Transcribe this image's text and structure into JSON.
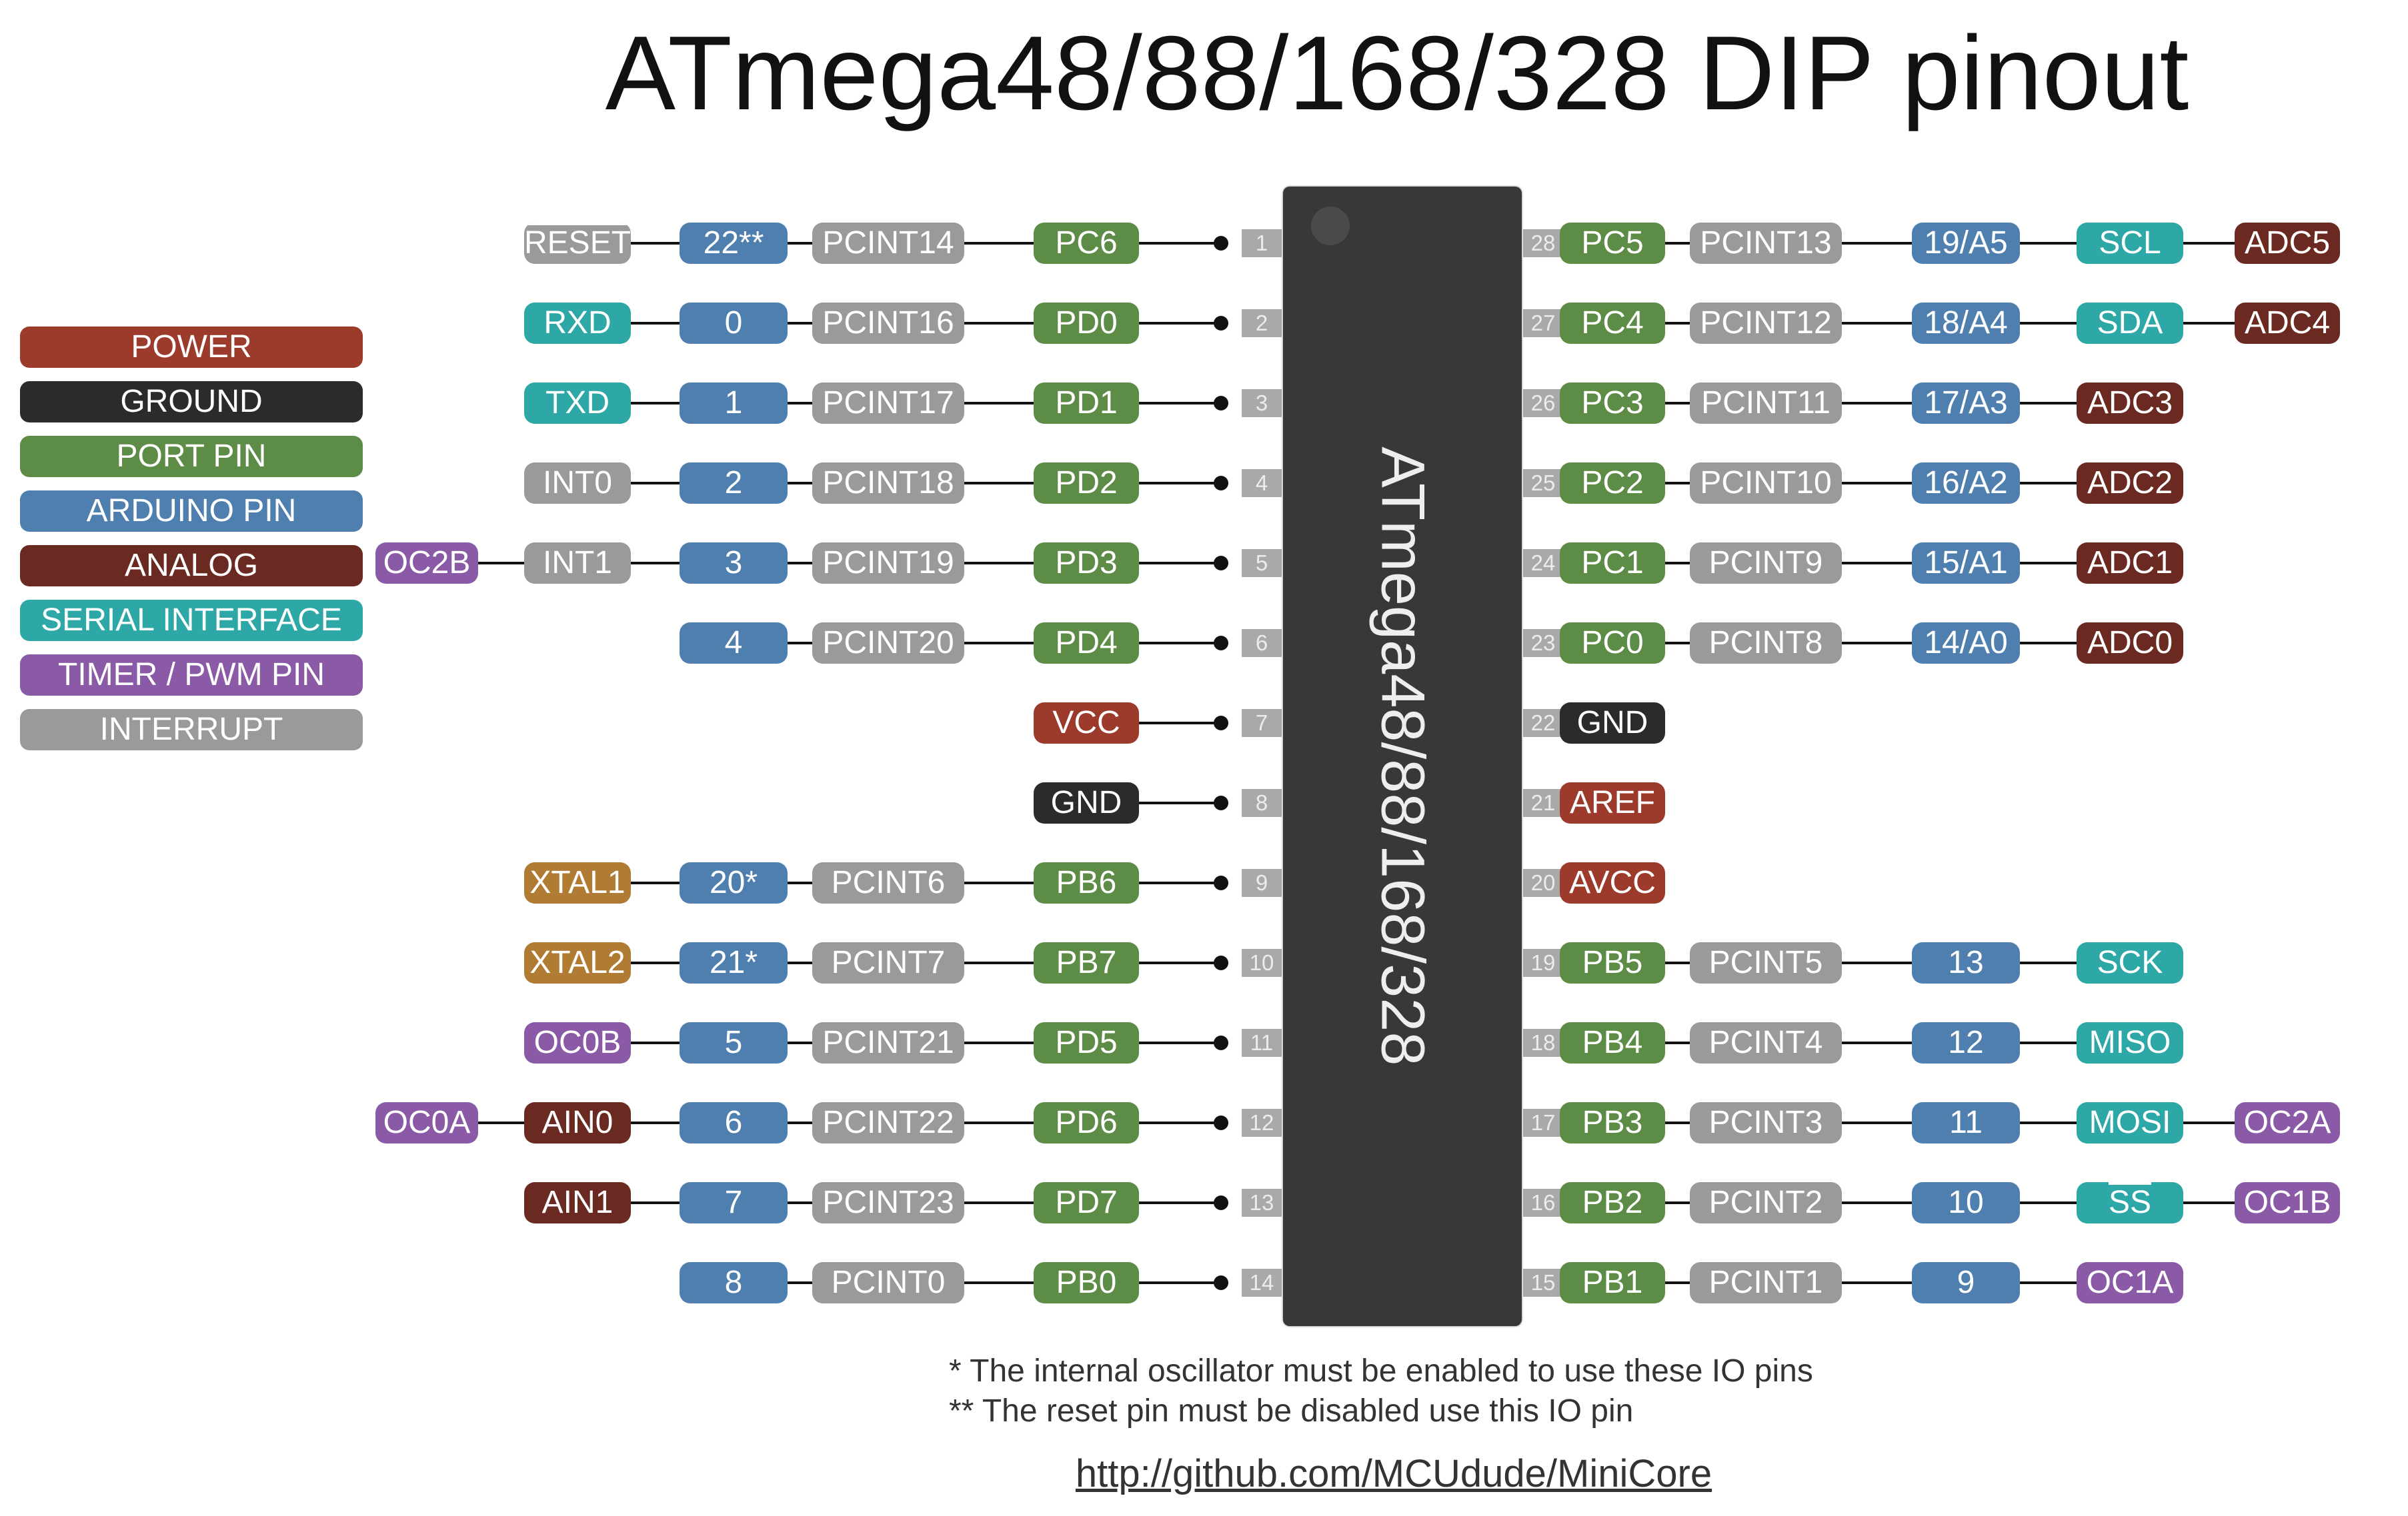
{
  "title": "ATmega48/88/168/328 DIP pinout",
  "chip_label": "ATmega48/88/168/328",
  "colors": {
    "power": "#9c3a2b",
    "ground": "#2b2b2b",
    "port": "#5d8c46",
    "arduino": "#4f7fae",
    "analog": "#6a2a21",
    "serial": "#2da8a6",
    "timer": "#8a5aa6",
    "interrupt": "#9a9a9a",
    "crystal": "#b07b32"
  },
  "legend": [
    {
      "label": "POWER",
      "type": "power"
    },
    {
      "label": "GROUND",
      "type": "ground"
    },
    {
      "label": "PORT PIN",
      "type": "port"
    },
    {
      "label": "ARDUINO PIN",
      "type": "arduino"
    },
    {
      "label": "ANALOG",
      "type": "analog"
    },
    {
      "label": "SERIAL INTERFACE",
      "type": "serial"
    },
    {
      "label": "TIMER / PWM PIN",
      "type": "timer"
    },
    {
      "label": "INTERRUPT",
      "type": "interrupt"
    }
  ],
  "pins_left": [
    {
      "num": "1",
      "port": {
        "text": "PC6",
        "type": "port"
      },
      "pcint": {
        "text": "PCINT14",
        "type": "interrupt"
      },
      "arduino": {
        "text": "22**",
        "type": "arduino"
      },
      "f1": {
        "text": "RESET",
        "type": "interrupt",
        "overline": true
      },
      "f2": null
    },
    {
      "num": "2",
      "port": {
        "text": "PD0",
        "type": "port"
      },
      "pcint": {
        "text": "PCINT16",
        "type": "interrupt"
      },
      "arduino": {
        "text": "0",
        "type": "arduino"
      },
      "f1": {
        "text": "RXD",
        "type": "serial"
      },
      "f2": null
    },
    {
      "num": "3",
      "port": {
        "text": "PD1",
        "type": "port"
      },
      "pcint": {
        "text": "PCINT17",
        "type": "interrupt"
      },
      "arduino": {
        "text": "1",
        "type": "arduino"
      },
      "f1": {
        "text": "TXD",
        "type": "serial"
      },
      "f2": null
    },
    {
      "num": "4",
      "port": {
        "text": "PD2",
        "type": "port"
      },
      "pcint": {
        "text": "PCINT18",
        "type": "interrupt"
      },
      "arduino": {
        "text": "2",
        "type": "arduino"
      },
      "f1": {
        "text": "INT0",
        "type": "interrupt"
      },
      "f2": null
    },
    {
      "num": "5",
      "port": {
        "text": "PD3",
        "type": "port"
      },
      "pcint": {
        "text": "PCINT19",
        "type": "interrupt"
      },
      "arduino": {
        "text": "3",
        "type": "arduino"
      },
      "f1": {
        "text": "INT1",
        "type": "interrupt"
      },
      "f2": {
        "text": "OC2B",
        "type": "timer"
      }
    },
    {
      "num": "6",
      "port": {
        "text": "PD4",
        "type": "port"
      },
      "pcint": {
        "text": "PCINT20",
        "type": "interrupt"
      },
      "arduino": {
        "text": "4",
        "type": "arduino"
      },
      "f1": null,
      "f2": null
    },
    {
      "num": "7",
      "port": {
        "text": "VCC",
        "type": "power"
      },
      "pcint": null,
      "arduino": null,
      "f1": null,
      "f2": null
    },
    {
      "num": "8",
      "port": {
        "text": "GND",
        "type": "ground"
      },
      "pcint": null,
      "arduino": null,
      "f1": null,
      "f2": null
    },
    {
      "num": "9",
      "port": {
        "text": "PB6",
        "type": "port"
      },
      "pcint": {
        "text": "PCINT6",
        "type": "interrupt"
      },
      "arduino": {
        "text": "20*",
        "type": "arduino"
      },
      "f1": {
        "text": "XTAL1",
        "type": "crystal"
      },
      "f2": null
    },
    {
      "num": "10",
      "port": {
        "text": "PB7",
        "type": "port"
      },
      "pcint": {
        "text": "PCINT7",
        "type": "interrupt"
      },
      "arduino": {
        "text": "21*",
        "type": "arduino"
      },
      "f1": {
        "text": "XTAL2",
        "type": "crystal"
      },
      "f2": null
    },
    {
      "num": "11",
      "port": {
        "text": "PD5",
        "type": "port"
      },
      "pcint": {
        "text": "PCINT21",
        "type": "interrupt"
      },
      "arduino": {
        "text": "5",
        "type": "arduino"
      },
      "f1": {
        "text": "OC0B",
        "type": "timer"
      },
      "f2": null
    },
    {
      "num": "12",
      "port": {
        "text": "PD6",
        "type": "port"
      },
      "pcint": {
        "text": "PCINT22",
        "type": "interrupt"
      },
      "arduino": {
        "text": "6",
        "type": "arduino"
      },
      "f1": {
        "text": "AIN0",
        "type": "analog"
      },
      "f2": {
        "text": "OC0A",
        "type": "timer"
      }
    },
    {
      "num": "13",
      "port": {
        "text": "PD7",
        "type": "port"
      },
      "pcint": {
        "text": "PCINT23",
        "type": "interrupt"
      },
      "arduino": {
        "text": "7",
        "type": "arduino"
      },
      "f1": {
        "text": "AIN1",
        "type": "analog"
      },
      "f2": null
    },
    {
      "num": "14",
      "port": {
        "text": "PB0",
        "type": "port"
      },
      "pcint": {
        "text": "PCINT0",
        "type": "interrupt"
      },
      "arduino": {
        "text": "8",
        "type": "arduino"
      },
      "f1": null,
      "f2": null
    }
  ],
  "pins_right": [
    {
      "num": "28",
      "port": {
        "text": "PC5",
        "type": "port"
      },
      "pcint": {
        "text": "PCINT13",
        "type": "interrupt"
      },
      "arduino": {
        "text": "19/A5",
        "type": "arduino"
      },
      "f1": {
        "text": "SCL",
        "type": "serial"
      },
      "f2": {
        "text": "ADC5",
        "type": "analog"
      }
    },
    {
      "num": "27",
      "port": {
        "text": "PC4",
        "type": "port"
      },
      "pcint": {
        "text": "PCINT12",
        "type": "interrupt"
      },
      "arduino": {
        "text": "18/A4",
        "type": "arduino"
      },
      "f1": {
        "text": "SDA",
        "type": "serial"
      },
      "f2": {
        "text": "ADC4",
        "type": "analog"
      }
    },
    {
      "num": "26",
      "port": {
        "text": "PC3",
        "type": "port"
      },
      "pcint": {
        "text": "PCINT11",
        "type": "interrupt"
      },
      "arduino": {
        "text": "17/A3",
        "type": "arduino"
      },
      "f1": {
        "text": "ADC3",
        "type": "analog"
      },
      "f2": null
    },
    {
      "num": "25",
      "port": {
        "text": "PC2",
        "type": "port"
      },
      "pcint": {
        "text": "PCINT10",
        "type": "interrupt"
      },
      "arduino": {
        "text": "16/A2",
        "type": "arduino"
      },
      "f1": {
        "text": "ADC2",
        "type": "analog"
      },
      "f2": null
    },
    {
      "num": "24",
      "port": {
        "text": "PC1",
        "type": "port"
      },
      "pcint": {
        "text": "PCINT9",
        "type": "interrupt"
      },
      "arduino": {
        "text": "15/A1",
        "type": "arduino"
      },
      "f1": {
        "text": "ADC1",
        "type": "analog"
      },
      "f2": null
    },
    {
      "num": "23",
      "port": {
        "text": "PC0",
        "type": "port"
      },
      "pcint": {
        "text": "PCINT8",
        "type": "interrupt"
      },
      "arduino": {
        "text": "14/A0",
        "type": "arduino"
      },
      "f1": {
        "text": "ADC0",
        "type": "analog"
      },
      "f2": null
    },
    {
      "num": "22",
      "port": {
        "text": "GND",
        "type": "ground"
      },
      "pcint": null,
      "arduino": null,
      "f1": null,
      "f2": null
    },
    {
      "num": "21",
      "port": {
        "text": "AREF",
        "type": "power"
      },
      "pcint": null,
      "arduino": null,
      "f1": null,
      "f2": null
    },
    {
      "num": "20",
      "port": {
        "text": "AVCC",
        "type": "power"
      },
      "pcint": null,
      "arduino": null,
      "f1": null,
      "f2": null
    },
    {
      "num": "19",
      "port": {
        "text": "PB5",
        "type": "port"
      },
      "pcint": {
        "text": "PCINT5",
        "type": "interrupt"
      },
      "arduino": {
        "text": "13",
        "type": "arduino"
      },
      "f1": {
        "text": "SCK",
        "type": "serial"
      },
      "f2": null
    },
    {
      "num": "18",
      "port": {
        "text": "PB4",
        "type": "port"
      },
      "pcint": {
        "text": "PCINT4",
        "type": "interrupt"
      },
      "arduino": {
        "text": "12",
        "type": "arduino"
      },
      "f1": {
        "text": "MISO",
        "type": "serial"
      },
      "f2": null
    },
    {
      "num": "17",
      "port": {
        "text": "PB3",
        "type": "port"
      },
      "pcint": {
        "text": "PCINT3",
        "type": "interrupt"
      },
      "arduino": {
        "text": "11",
        "type": "arduino"
      },
      "f1": {
        "text": "MOSI",
        "type": "serial"
      },
      "f2": {
        "text": "OC2A",
        "type": "timer"
      }
    },
    {
      "num": "16",
      "port": {
        "text": "PB2",
        "type": "port"
      },
      "pcint": {
        "text": "PCINT2",
        "type": "interrupt"
      },
      "arduino": {
        "text": "10",
        "type": "arduino"
      },
      "f1": {
        "text": "SS",
        "type": "serial",
        "overline": true
      },
      "f2": {
        "text": "OC1B",
        "type": "timer"
      }
    },
    {
      "num": "15",
      "port": {
        "text": "PB1",
        "type": "port"
      },
      "pcint": {
        "text": "PCINT1",
        "type": "interrupt"
      },
      "arduino": {
        "text": "9",
        "type": "arduino"
      },
      "f1": {
        "text": "OC1A",
        "type": "timer"
      },
      "f2": null
    }
  ],
  "footnotes": [
    "* The internal oscillator must be enabled to use these IO pins",
    "** The reset pin must be disabled use this IO pin"
  ],
  "url": "http://github.com/MCUdude/MiniCore"
}
